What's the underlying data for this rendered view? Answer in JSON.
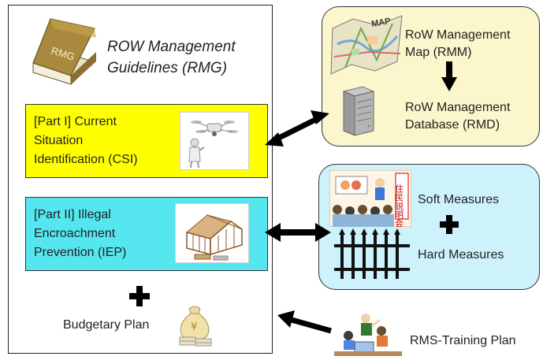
{
  "guidelines": {
    "book_label": "RMG",
    "title_line1": "ROW Management",
    "title_line2": "Guidelines (RMG)"
  },
  "part1": {
    "line1": "[Part I] Current",
    "line2": "Situation",
    "line3": "Identification (CSI)"
  },
  "part2": {
    "line1": "[Part II] Illegal",
    "line2": "Encroachment",
    "line3": "Prevention (IEP)"
  },
  "budget": {
    "label": "Budgetary Plan"
  },
  "rmm": {
    "map_label": "MAP",
    "line1": "RoW Management",
    "line2": "Map (RMM)"
  },
  "rmd": {
    "line1": "RoW Management",
    "line2": "Database (RMD)"
  },
  "measures": {
    "sign_text": "住民説明会",
    "soft": "Soft Measures",
    "hard": "Hard Measures"
  },
  "training": {
    "label": "RMS-Training Plan"
  },
  "colors": {
    "part1_fill": "#ffff00",
    "part2_fill": "#55e6f0",
    "rmm_fill": "#fbf6cb",
    "measures_fill": "#cdf2fc",
    "arrow": "#000000"
  }
}
